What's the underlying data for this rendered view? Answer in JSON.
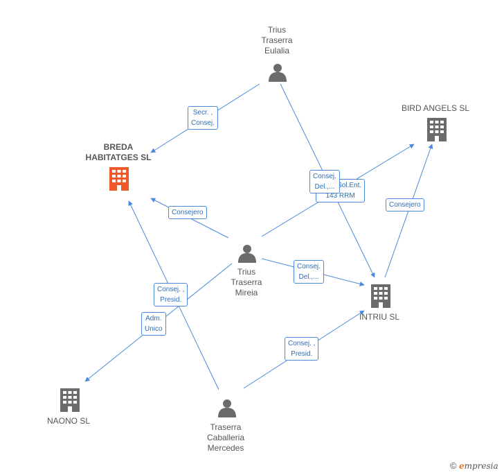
{
  "colors": {
    "edge": "#4a89dc",
    "person": "#6b6b6b",
    "company": "#6b6b6b",
    "highlight": "#f05a28"
  },
  "nodes": {
    "trius_eulalia": {
      "label": "Trius\nTraserra\nEulalia",
      "icon": "person-icon"
    },
    "bird_angels": {
      "label": "BIRD ANGELS SL",
      "icon": "building-icon"
    },
    "breda": {
      "label": "BREDA\nHABITATGES SL",
      "icon": "building-icon"
    },
    "trius_mireia": {
      "label": "Trius\nTraserra\nMireia",
      "icon": "person-icon"
    },
    "intriu": {
      "label": "INTRIU SL",
      "icon": "building-icon"
    },
    "naono": {
      "label": "NAONO SL",
      "icon": "building-icon"
    },
    "traserra_mercedes": {
      "label": "Traserra\nCaballeria\nMercedes",
      "icon": "person-icon"
    }
  },
  "edges": {
    "e1": "Secr. ,\nConsej.",
    "e2": "Consejero",
    "e3": "Apod.Sol.Ent.\n143 RRM",
    "e4": "Consej.\nDel.,...",
    "e5": "Consejero",
    "e6": "Consej.\nDel.,...",
    "e7": "Consej. ,\nPresid.",
    "e8": "Adm.\nUnico",
    "e9": "Consej. ,\nPresid."
  },
  "footer": {
    "copyright": "©",
    "brand_first": "e",
    "brand_rest": "mpresia"
  }
}
